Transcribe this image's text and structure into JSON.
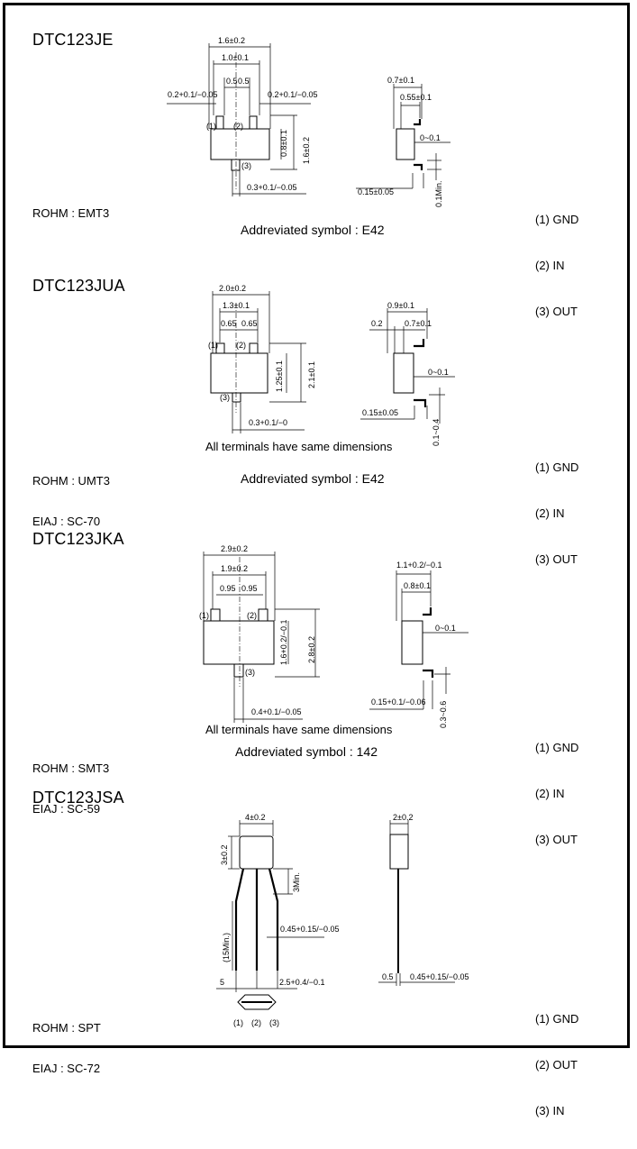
{
  "packages": [
    {
      "name": "DTC123JE",
      "rohm": "ROHM : EMT3",
      "eiaj": "",
      "symbol": "Addreviated symbol : E42",
      "note": "",
      "pins": [
        "(1) GND",
        "(2) IN",
        "(3) OUT"
      ],
      "dims": {
        "w_total": "1.6±0.2",
        "w_inner": "1.0±0.1",
        "pitch_a": "0.5",
        "pitch_b": "0.5",
        "lead_l": "0.2+0.1/−0.05",
        "lead_r": "0.2+0.1/−0.05",
        "body_h": "0.8±0.1",
        "total_h": "1.6±0.2",
        "lead_bottom": "0.3+0.1/−0.05",
        "side_top": "0.7±0.1",
        "side_inner": "0.55±0.1",
        "side_gap": "0~0.1",
        "side_foot": "0.15±0.05",
        "side_min": "0.1Min.",
        "pin1": "(1)",
        "pin2": "(2)",
        "pin3": "(3)"
      }
    },
    {
      "name": "DTC123JUA",
      "rohm": "ROHM : UMT3",
      "eiaj": "EIAJ : SC-70",
      "symbol": "Addreviated symbol : E42",
      "note": "All terminals have same dimensions",
      "pins": [
        "(1) GND",
        "(2) IN",
        "(3) OUT"
      ],
      "dims": {
        "w_total": "2.0±0.2",
        "w_inner": "1.3±0.1",
        "pitch_a": "0.65",
        "pitch_b": "0.65",
        "body_h": "1.25±0.1",
        "total_h": "2.1±0.1",
        "lead_bottom": "0.3+0.1/−0",
        "side_top": "0.9±0.1",
        "side_left": "0.2",
        "side_inner": "0.7±0.1",
        "side_gap": "0~0.1",
        "side_foot": "0.15±0.05",
        "side_min": "0.1~0.4",
        "pin1": "(1)",
        "pin2": "(2)",
        "pin3": "(3)"
      }
    },
    {
      "name": "DTC123JKA",
      "rohm": "ROHM : SMT3",
      "eiaj": "EIAJ : SC-59",
      "symbol": "Addreviated symbol : 142",
      "note": "All terminals have same dimensions",
      "pins": [
        "(1) GND",
        "(2) IN",
        "(3) OUT"
      ],
      "dims": {
        "w_total": "2.9±0.2",
        "w_inner": "1.9±0.2",
        "pitch_a": "0.95",
        "pitch_b": "0.95",
        "body_h": "1.6+0.2/−0.1",
        "total_h": "2.8±0.2",
        "lead_bottom": "0.4+0.1/−0.05",
        "side_top": "1.1+0.2/−0.1",
        "side_inner": "0.8±0.1",
        "side_gap": "0~0.1",
        "side_foot": "0.15+0.1/−0.06",
        "side_min": "0.3~0.6",
        "pin1": "(1)",
        "pin2": "(2)",
        "pin3": "(3)"
      }
    },
    {
      "name": "DTC123JSA",
      "rohm": "ROHM : SPT",
      "eiaj": "EIAJ : SC-72",
      "symbol": "",
      "note": "",
      "pins": [
        "(1) GND",
        "(2) OUT",
        "(3) IN"
      ],
      "dims": {
        "w_total": "4±0.2",
        "body_h": "3±0.2",
        "min_3": "3Min.",
        "lead_len": "(15Min.)",
        "lead_w": "0.45+0.15/−0.05",
        "pitch": "2.5+0.4/−0.1",
        "left_5": "5",
        "side_top": "2±0.2",
        "side_foot_l": "0.5",
        "side_foot_r": "0.45+0.15/−0.05",
        "pin1": "(1)",
        "pin2": "(2)",
        "pin3": "(3)"
      }
    }
  ]
}
